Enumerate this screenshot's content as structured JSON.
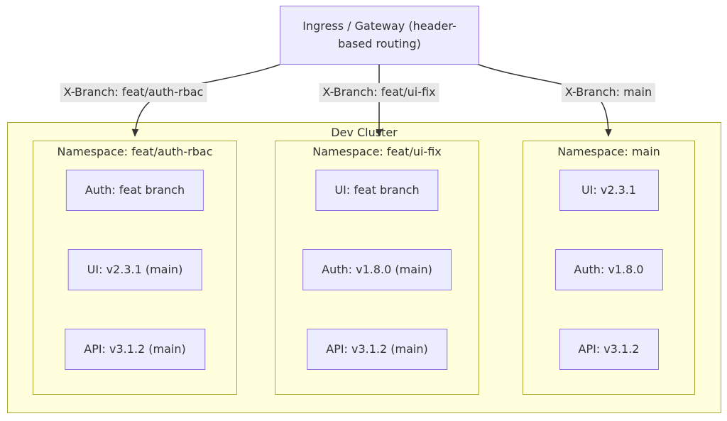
{
  "diagram": {
    "gateway": {
      "label": "Ingress / Gateway (header-based routing)"
    },
    "edges": [
      {
        "label": "X-Branch: feat/auth-rbac"
      },
      {
        "label": "X-Branch: feat/ui-fix"
      },
      {
        "label": "X-Branch: main"
      }
    ],
    "cluster": {
      "title": "Dev Cluster",
      "namespaces": [
        {
          "title": "Namespace: feat/auth-rbac",
          "services": [
            "Auth: feat branch",
            "UI: v2.3.1 (main)",
            "API: v3.1.2 (main)"
          ]
        },
        {
          "title": "Namespace: feat/ui-fix",
          "services": [
            "UI: feat branch",
            "Auth: v1.8.0 (main)",
            "API: v3.1.2 (main)"
          ]
        },
        {
          "title": "Namespace: main",
          "services": [
            "UI: v2.3.1",
            "Auth: v1.8.0",
            "API: v3.1.2"
          ]
        }
      ]
    },
    "colors": {
      "node_fill": "#ECECFF",
      "node_border": "#9370DB",
      "cluster_fill": "#FFFFDE",
      "cluster_border": "#AAAA33",
      "edge_label_bg": "#E8E8E8",
      "text": "#333333",
      "edge_line": "#333333"
    }
  }
}
